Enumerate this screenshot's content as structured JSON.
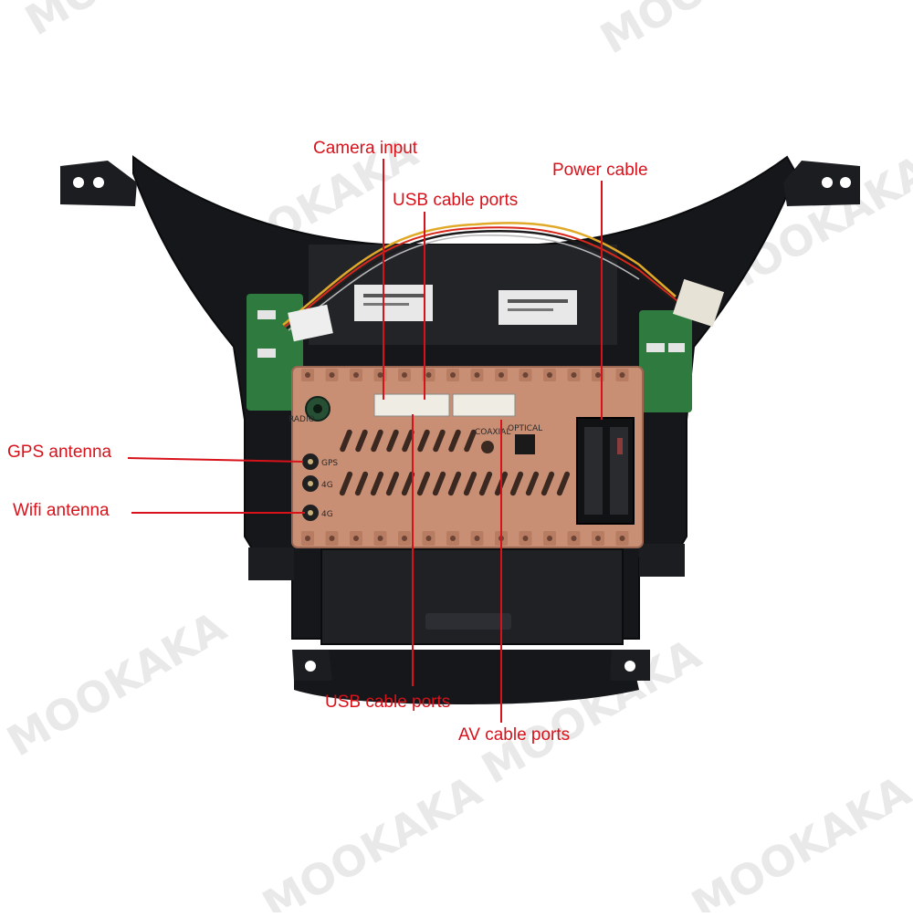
{
  "watermark": "MOOKAKA",
  "callouts": {
    "camera_input": "Camera input",
    "usb_top": "USB cable ports",
    "power_cable": "Power cable",
    "gps_antenna": "GPS antenna",
    "wifi_antenna": "Wifi antenna",
    "usb_bottom": "USB cable ports",
    "av_ports": "AV cable ports"
  },
  "port_markings": {
    "radio": "RADIO",
    "gps": "GPS",
    "ant_4g_1": "4G",
    "ant_4g_2": "4G",
    "coaxial": "COAXIAL",
    "optical": "OPTICAL"
  },
  "colors": {
    "callout": "#d8121b",
    "housing": "#15171a",
    "heatsink": "#c98f74",
    "pcb": "#2f7a3e"
  }
}
